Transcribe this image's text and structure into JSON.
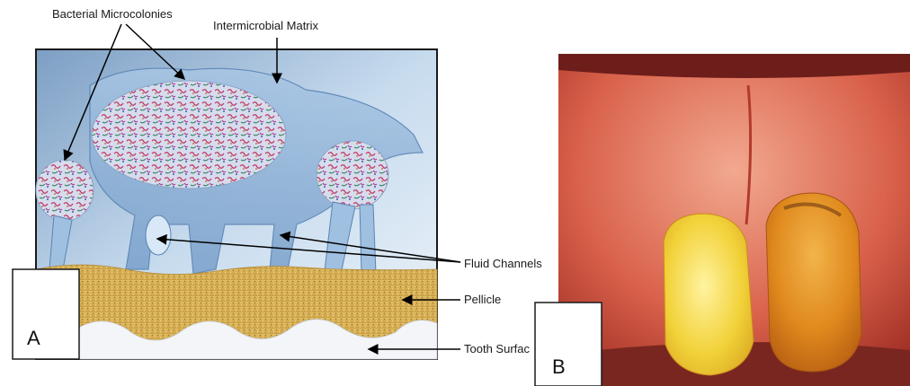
{
  "panel_a": {
    "letter": "A",
    "labels": {
      "bacterial_microcolonies": "Bacterial Microcolonies",
      "intermicrobial_matrix": "Intermicrobial Matrix",
      "fluid_channels": "Fluid Channels",
      "pellicle": "Pellicle",
      "tooth_surface": "Tooth Surfac"
    }
  },
  "panel_b": {
    "letter": "B"
  },
  "colors": {
    "biofilm_blue": "#8fb3d6",
    "pellicle_gold": "#d6b25a",
    "gum_red": "#d9614a",
    "tooth_yellow": "#f2d23a",
    "tooth_orange": "#e08a1e"
  }
}
